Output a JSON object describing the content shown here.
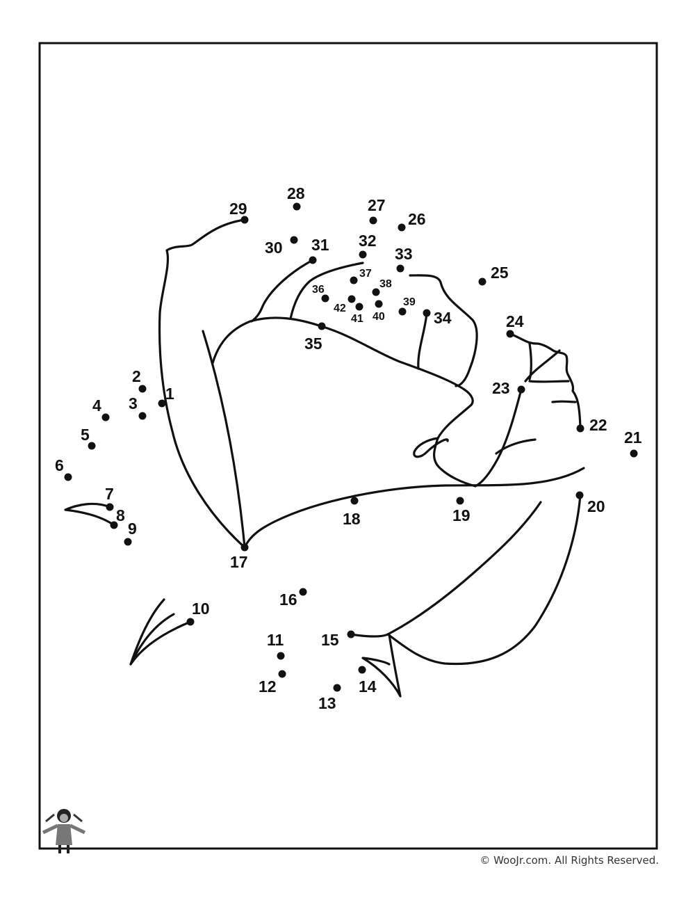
{
  "copyright": "© WooJr.com. All Rights Reserved.",
  "logo_icon": "woo-jr-mascot-icon",
  "dots": [
    "1",
    "2",
    "3",
    "4",
    "5",
    "6",
    "7",
    "8",
    "9",
    "10",
    "11",
    "12",
    "13",
    "14",
    "15",
    "16",
    "17",
    "18",
    "19",
    "20",
    "21",
    "22",
    "23",
    "24",
    "25",
    "26",
    "27",
    "28",
    "29",
    "30",
    "31",
    "32",
    "33",
    "34",
    "35",
    "36",
    "37",
    "38",
    "39",
    "40",
    "41",
    "42"
  ]
}
